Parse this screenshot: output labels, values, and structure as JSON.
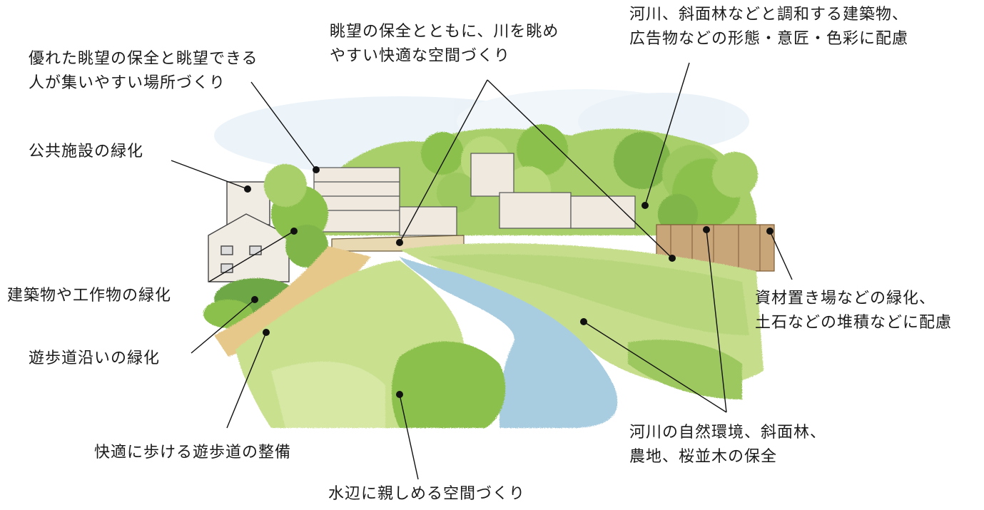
{
  "annotations": [
    {
      "id": "view-gathering",
      "lines": [
        "優れた眺望の保全と眺望できる",
        "人が集いやすい場所づくり"
      ]
    },
    {
      "id": "river-view-space",
      "lines": [
        "眺望の保全とともに、川を眺め",
        "やすい快適な空間づくり"
      ]
    },
    {
      "id": "building-harmony",
      "lines": [
        "河川、斜面林などと調和する建築物、",
        "広告物などの形態・意匠・色彩に配慮"
      ]
    },
    {
      "id": "public-facility",
      "lines": [
        "公共施設の緑化"
      ]
    },
    {
      "id": "building-greening",
      "lines": [
        "建築物や工作物の緑化"
      ]
    },
    {
      "id": "storage-greening",
      "lines": [
        "資材置き場などの緑化、",
        "土石などの堆積などに配慮"
      ]
    },
    {
      "id": "promenade-greening",
      "lines": [
        "遊歩道沿いの緑化"
      ]
    },
    {
      "id": "promenade-improve",
      "lines": [
        "快適に歩ける遊歩道の整備"
      ]
    },
    {
      "id": "nature-conservation",
      "lines": [
        "河川の自然環境、斜面林、",
        "農地、桜並木の保全"
      ]
    },
    {
      "id": "waterside-space",
      "lines": [
        "水辺に親しめる空間づくり"
      ]
    }
  ],
  "colors": {
    "text": "#1a1a1a",
    "leader": "#111111",
    "tree_light": "#b9d97a",
    "tree_mid": "#8cc04e",
    "tree_dark": "#5e9a3a",
    "water": "#a8cde0",
    "sky": "#dcebf5",
    "path": "#e6c98a",
    "building": "#efe9df",
    "wall": "#b58a5a"
  }
}
